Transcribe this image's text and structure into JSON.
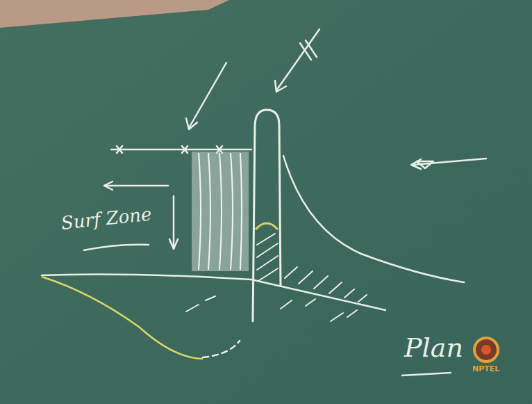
{
  "diagram": {
    "labels": [
      "Surf Zone",
      "Plan",
      "NPTEL"
    ]
  }
}
